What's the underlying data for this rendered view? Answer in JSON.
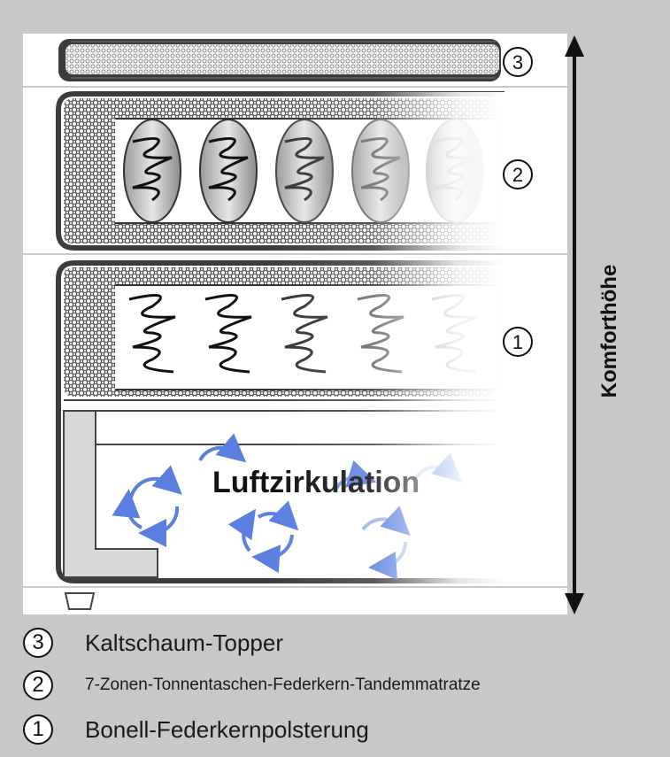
{
  "layers": [
    {
      "number": "3",
      "label": "Kaltschaum-Topper"
    },
    {
      "number": "2",
      "label": "7-Zonen-Tonnentaschen-Federkern-Tandemmatratze"
    },
    {
      "number": "1",
      "label": "Bonell-Federkernpolsterung"
    }
  ],
  "airflow_label": "Luftzirkulation",
  "height_label": "Komforthöhe",
  "colors": {
    "background": "#c8c8c8",
    "panel": "#ffffff",
    "frame": "#4a4a4a",
    "arrow_blue": "#5a7fe0"
  }
}
